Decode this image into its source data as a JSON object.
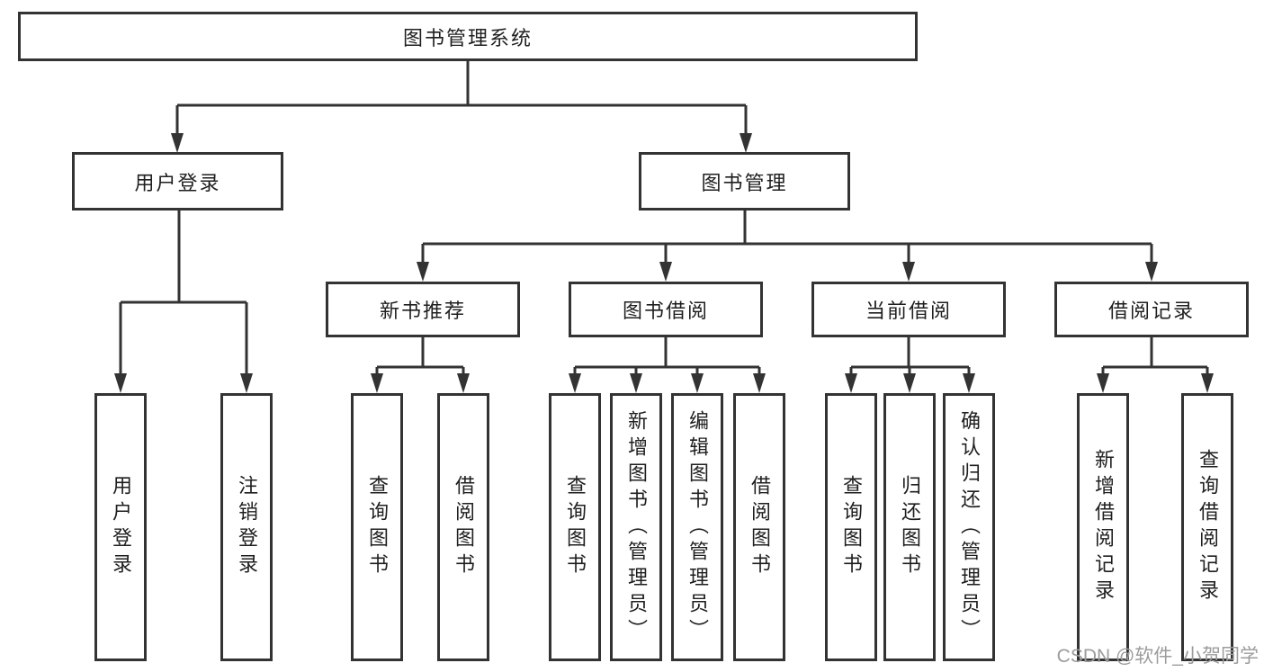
{
  "colors": {
    "line": "#333333",
    "box_border": "#333333",
    "box_fill": "#ffffff",
    "text": "#1f1f1f",
    "watermark": "#9c9c9c"
  },
  "tree": {
    "root": {
      "label": "图书管理系统"
    },
    "level2": [
      {
        "label": "用户登录",
        "parent": "图书管理系统"
      },
      {
        "label": "图书管理",
        "parent": "图书管理系统"
      }
    ],
    "level3": [
      {
        "label": "新书推荐",
        "parent": "图书管理"
      },
      {
        "label": "图书借阅",
        "parent": "图书管理"
      },
      {
        "label": "当前借阅",
        "parent": "图书管理"
      },
      {
        "label": "借阅记录",
        "parent": "图书管理"
      }
    ],
    "leaves": [
      {
        "label": "用户登录",
        "parent": "用户登录"
      },
      {
        "label": "注销登录",
        "parent": "用户登录"
      },
      {
        "label": "查询图书",
        "parent": "新书推荐"
      },
      {
        "label": "借阅图书",
        "parent": "新书推荐"
      },
      {
        "label": "查询图书",
        "parent": "图书借阅"
      },
      {
        "label": "新增图书（管理员）",
        "parent": "图书借阅"
      },
      {
        "label": "编辑图书（管理员）",
        "parent": "图书借阅"
      },
      {
        "label": "借阅图书",
        "parent": "图书借阅"
      },
      {
        "label": "查询图书",
        "parent": "当前借阅"
      },
      {
        "label": "归还图书",
        "parent": "当前借阅"
      },
      {
        "label": "确认归还（管理员）",
        "parent": "当前借阅"
      },
      {
        "label": "新增借阅记录",
        "parent": "借阅记录"
      },
      {
        "label": "查询借阅记录",
        "parent": "借阅记录"
      }
    ]
  },
  "watermark": "CSDN @软件_小贺同学"
}
